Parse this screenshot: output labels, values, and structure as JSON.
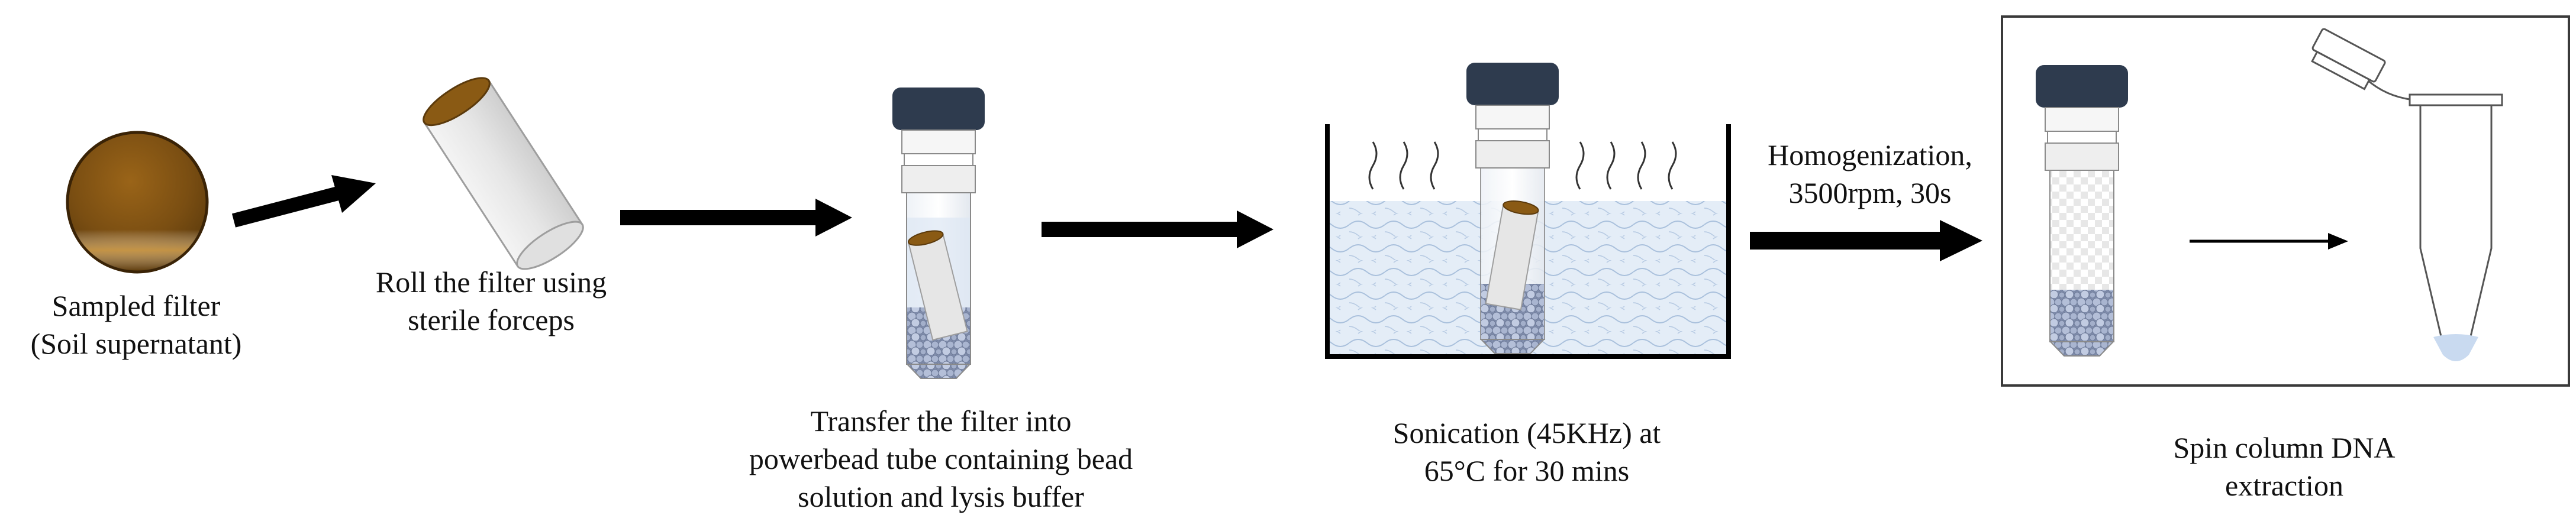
{
  "steps": [
    {
      "lines": [
        "Sampled filter",
        "(Soil supernatant)"
      ]
    },
    {
      "lines": [
        "Roll the filter using",
        "sterile forceps"
      ]
    },
    {
      "lines": [
        "Transfer the filter into",
        "powerbead tube containing bead",
        "solution and lysis buffer"
      ]
    },
    {
      "lines": [
        "Sonication (45KHz) at",
        "65°C for 30 mins"
      ]
    },
    {
      "lines": [
        "Homogenization,",
        "3500rpm, 30s"
      ]
    },
    {
      "lines": [
        "Spin column DNA",
        "extraction"
      ]
    }
  ],
  "colors": {
    "filter_brown": "#8a5a14",
    "cap": "#2e3b4e",
    "water": "#dce8f5",
    "beads": "#9aa7c4",
    "arrow": "#000000",
    "frame": "#3a3a3a"
  }
}
